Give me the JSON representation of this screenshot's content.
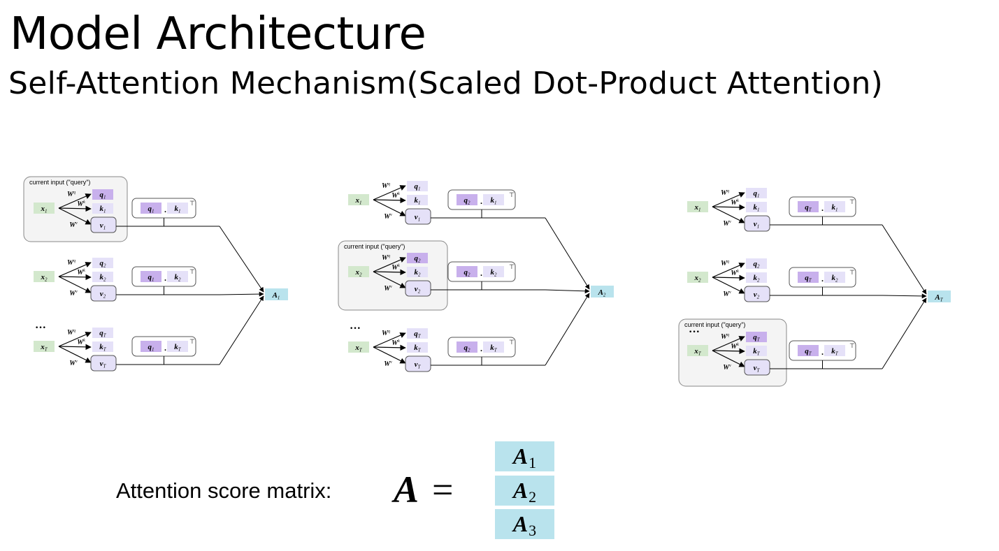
{
  "title": "Model Architecture",
  "subtitle": "Self-Attention Mechanism(Scaled Dot-Product Attention)",
  "panels": [
    {
      "query_index": "1",
      "output": {
        "letter": "A",
        "sub": "1"
      },
      "dot_rows": [
        {
          "q": "q",
          "qs": "1",
          "k": "k",
          "ks": "1"
        },
        {
          "q": "q",
          "qs": "1",
          "k": "k",
          "ks": "2"
        },
        {
          "q": "q",
          "qs": "1",
          "k": "k",
          "ks": "T"
        }
      ]
    },
    {
      "query_index": "2",
      "output": {
        "letter": "A",
        "sub": "2"
      },
      "dot_rows": [
        {
          "q": "q",
          "qs": "2",
          "k": "k",
          "ks": "1"
        },
        {
          "q": "q",
          "qs": "2",
          "k": "k",
          "ks": "2"
        },
        {
          "q": "q",
          "qs": "2",
          "k": "k",
          "ks": "T"
        }
      ]
    },
    {
      "query_index": "T",
      "output": {
        "letter": "A",
        "sub": "T"
      },
      "dot_rows": [
        {
          "q": "q",
          "qs": "T",
          "k": "k",
          "ks": "1"
        },
        {
          "q": "q",
          "qs": "T",
          "k": "k",
          "ks": "2"
        },
        {
          "q": "q",
          "qs": "T",
          "k": "k",
          "ks": "T"
        }
      ]
    }
  ],
  "input_subs": [
    "1",
    "2",
    "T"
  ],
  "weights": {
    "query": "q",
    "key": "k",
    "value": "v",
    "base": "W"
  },
  "vector_letters": {
    "x": "x",
    "q": "q",
    "k": "k",
    "v": "v"
  },
  "query_box_label": "current input (\"query\")",
  "ellipsis": "···",
  "dot": ".",
  "transpose": "⊤",
  "matrix": {
    "label": "Attention score matrix:",
    "symbol": "A",
    "equals": "=",
    "rows": [
      {
        "letter": "A",
        "sub": "1"
      },
      {
        "letter": "A",
        "sub": "2"
      },
      {
        "letter": "A",
        "sub": "3"
      }
    ]
  },
  "colors": {
    "input_green": "#d3e8cd",
    "query_purple": "#c8b0ec",
    "vector_lavender": "#e5e1f8",
    "output_cyan": "#b9e3ed",
    "box_border": "#555555",
    "query_box_fill": "#f4f4f4"
  }
}
